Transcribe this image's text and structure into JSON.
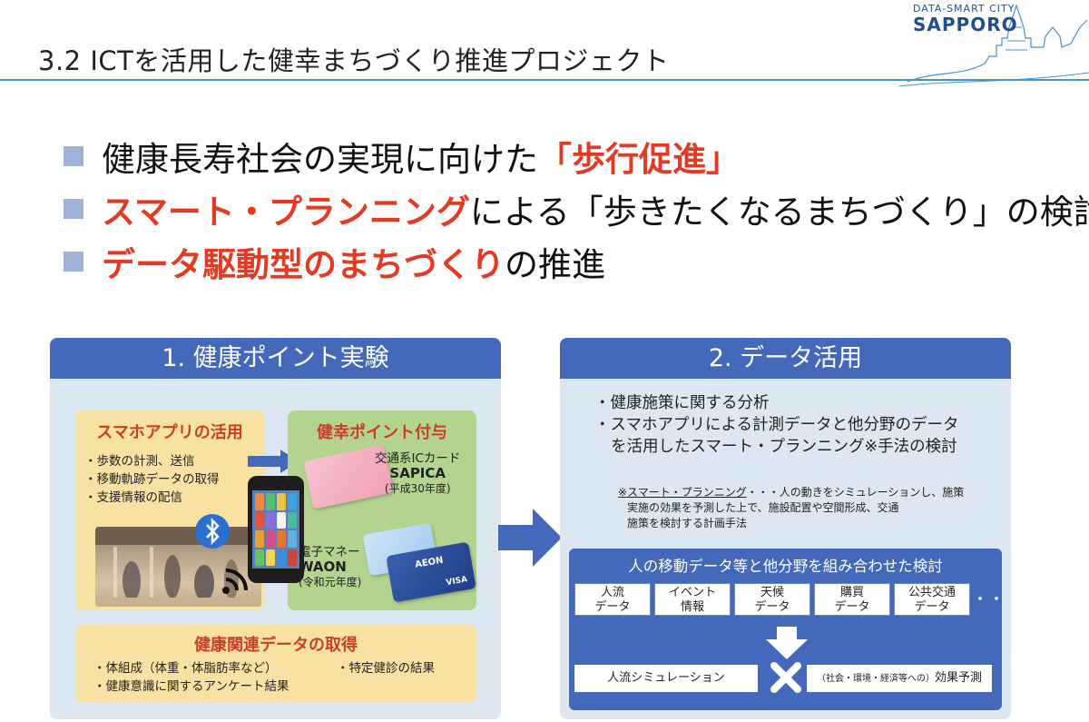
{
  "header": {
    "title": "3.2  ICTを活用した健幸まちづくり推進プロジェクト",
    "logo_small": "DATA-SMART CITY",
    "logo_big": "SAPPORO"
  },
  "bullets": [
    {
      "pre": "健康長寿社会の実現に向けた",
      "hl": "「歩行促進」",
      "post": ""
    },
    {
      "pre": "",
      "hl": "スマート・プランニング",
      "post": "による「歩きたくなるまちづくり」の検討"
    },
    {
      "pre": "",
      "hl": "データ駆動型のまちづくり",
      "post": "の推進"
    }
  ],
  "panel1": {
    "title": "1.  健康ポイント実験",
    "app_box": {
      "title": "スマホアプリの活用",
      "items": [
        "歩数の計測、送信",
        "移動軌跡データの取得",
        "支援情報の配信"
      ]
    },
    "points_box": {
      "title": "健幸ポイント付与",
      "card1_line1": "交通系ICカード",
      "card1_name": "SAPICA",
      "card1_year": "(平成30年度)",
      "card2_line1": "電子マネー",
      "card2_name": "WAON",
      "card2_year": "(令和元年度)",
      "card2_brand": "AEON",
      "card2_net": "VISA"
    },
    "data_box": {
      "title": "健康関連データの取得",
      "items_left": [
        "体組成（体重・体脂肪率など）",
        "健康意識に関するアンケート結果"
      ],
      "items_right": [
        "特定健診の結果"
      ]
    }
  },
  "panel2": {
    "title": "2.  データ活用",
    "items": [
      "健康施策に関する分析",
      "スマホアプリによる計測データと他分野のデータ",
      "を活用したスマート・プランニング※手法の検討"
    ],
    "note_lead": "※スマート・プランニング",
    "note_rest1": "・・・人の動きをシミュレーションし、施策",
    "note_rest2": "実施の効果を予測した上で、施設配置や空間形成、交通",
    "note_rest3": "施策を検討する計画手法",
    "inner_title": "人の移動データ等と他分野を組み合わせた検討",
    "chips": [
      {
        "l1": "人流",
        "l2": "データ"
      },
      {
        "l1": "イベント",
        "l2": "情報"
      },
      {
        "l1": "天候",
        "l2": "データ"
      },
      {
        "l1": "購買",
        "l2": "データ"
      },
      {
        "l1": "公共交通",
        "l2": "データ"
      }
    ],
    "chips_more": "・・・",
    "result_left": "人流シミュレーション",
    "result_right_small": "（社会・環境・経済等への）",
    "result_right": "効果予測"
  },
  "colors": {
    "accent_red": "#e43a24",
    "panel_blue": "#4569ba",
    "panel_bg": "#dde7f2",
    "yellow_box": "#f7e1a3",
    "green_box": "#b3d38f"
  },
  "icons": [
    "bluetooth-icon",
    "wifi-signal-icon",
    "arrow-right-icon",
    "arrow-down-icon",
    "cross-icon",
    "square-bullet-icon"
  ]
}
